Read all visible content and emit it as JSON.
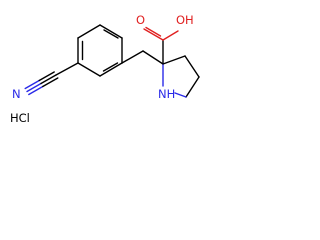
{
  "molecule": {
    "atoms": {
      "nitrile_n": "N",
      "ring_nh": "NH",
      "acid_o": "O",
      "acid_oh": "OH"
    },
    "salt_label": "HCl"
  },
  "colors": {
    "bond": "#000000",
    "nitrogen": "#2a2ae8",
    "oxygen": "#e02020",
    "chlorine_salt": "#000000"
  }
}
